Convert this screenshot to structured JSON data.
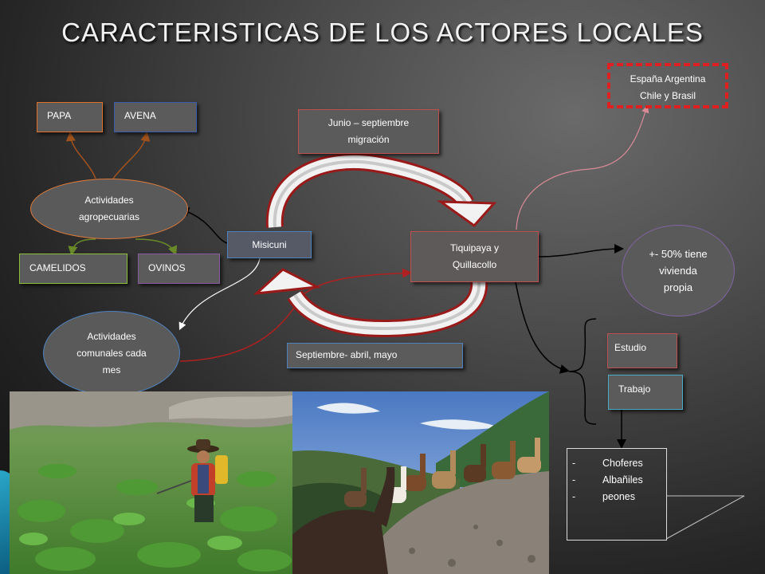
{
  "title": "CARACTERISTICAS DE LOS ACTORES LOCALES",
  "nodes": {
    "papa": "PAPA",
    "avena": "AVENA",
    "agro": "Actividades agropecuarias",
    "camelidos": "CAMELIDOS",
    "ovinos": "OVINOS",
    "misicuni": "Misicuni",
    "comunales": "Actividades comunales cada mes",
    "tiquipaya": "Tiquipaya y Quillacollo",
    "junio": "Junio – septiembre migración",
    "septiembre": "Septiembre- abril, mayo",
    "pais": "España Argentina Chile y Brasil",
    "vivienda": "+- 50% tiene vivienda propia",
    "estudio": "Estudio",
    "trabajo": "Trabajo",
    "oficios": [
      "Choferes",
      "Albañiles",
      "peones"
    ]
  },
  "colors": {
    "papa": "#e0702a",
    "avena": "#3a5cae",
    "agro": "#e07a3a",
    "camelidos": "#8bbf3a",
    "ovinos": "#8a5aa0",
    "misicuni": "#4f81bd",
    "comunales": "#4f81bd",
    "tiquipaya": "#c0504d",
    "junio": "#c0504d",
    "septiembre": "#4f81bd",
    "pais": "#e02020",
    "vivienda": "#8064a2",
    "estudio": "#c0504d",
    "trabajo": "#4bacc6",
    "oficios": "#ffffff"
  }
}
